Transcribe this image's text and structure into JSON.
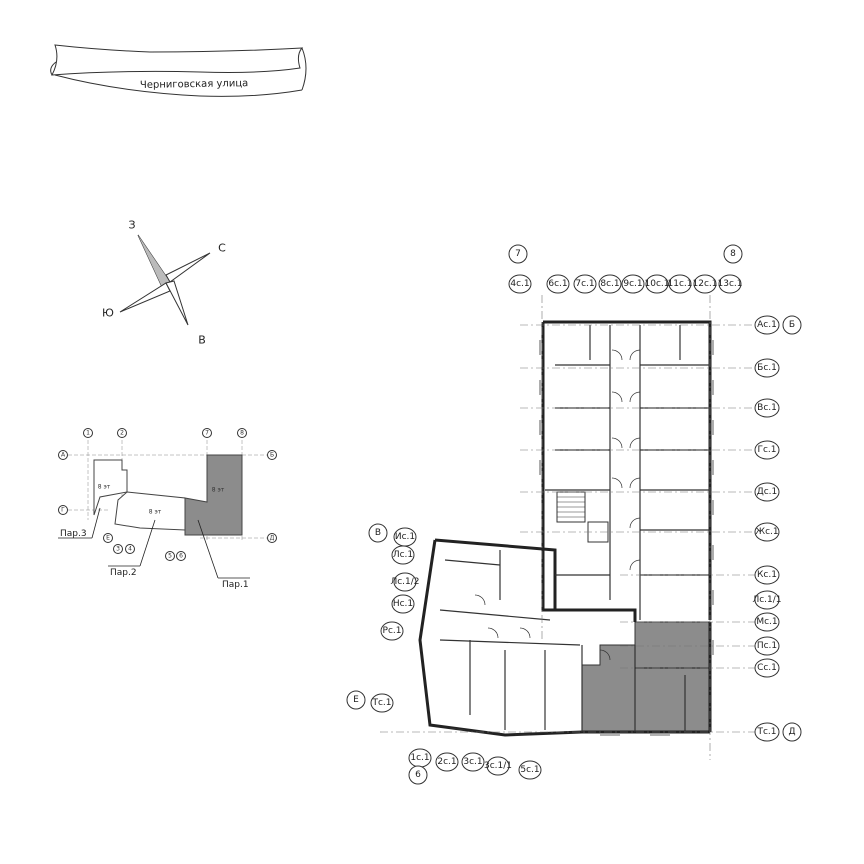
{
  "street": {
    "name": "Черниговская улица"
  },
  "compass": {
    "north": "С",
    "south": "Ю",
    "west": "З",
    "east": "В"
  },
  "key_plan": {
    "axes_top": [
      "1",
      "2",
      "7",
      "8"
    ],
    "axes_left_top": [
      "А",
      "Б"
    ],
    "axes_left_bottom": [
      "Г",
      "Д"
    ],
    "axes_bottom": [
      "3",
      "4",
      "5",
      "6"
    ],
    "axis_e": "Е",
    "floors_label": "8 эт",
    "sections": [
      "Пар.1",
      "Пар.2",
      "Пар.3"
    ]
  },
  "plan": {
    "top_main_axes": [
      "7",
      "8"
    ],
    "top_sub_axes": [
      "4с.1",
      "6с.1",
      "7с.1",
      "8с.1",
      "9с.1",
      "10с.1",
      "11с.1",
      "12с.1",
      "13с.1"
    ],
    "right_axes": [
      "Ас.1",
      "Бс.1",
      "Вс.1",
      "Гс.1",
      "Дс.1",
      "Жс.1",
      "Кс.1",
      "Лс.1/1",
      "Мс.1",
      "Пс.1",
      "Сс.1",
      "Тс.1"
    ],
    "right_main_axes": [
      "Б",
      "Д"
    ],
    "left_main_axes": [
      "В",
      "Е"
    ],
    "left_axes": [
      "Ис.1",
      "Лс.1",
      "Лс.1/2",
      "Нс.1",
      "Рс.1",
      "Тс.1"
    ],
    "bottom_axes": [
      "1с.1",
      "2с.1",
      "3с.1",
      "3с.1/1",
      "5с.1"
    ],
    "bottom_main_axes": [
      "6"
    ]
  }
}
